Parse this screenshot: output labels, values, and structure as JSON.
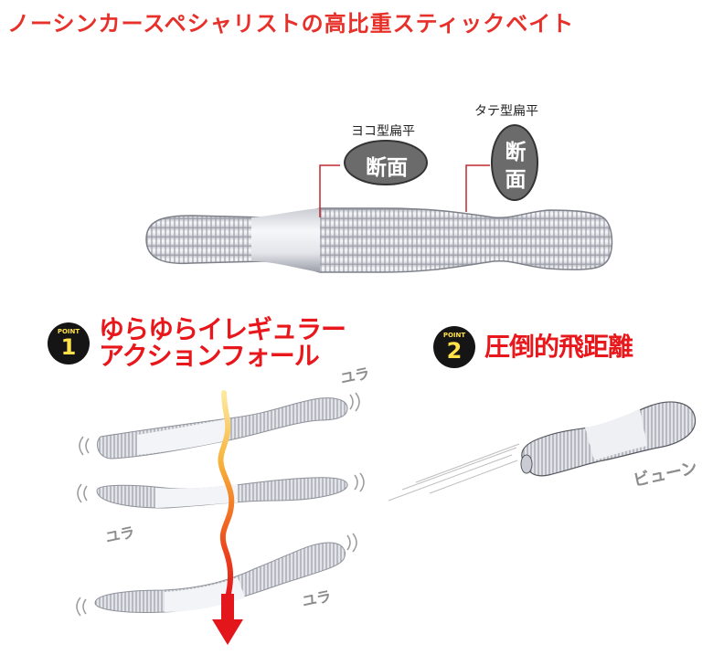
{
  "heading": "ノーシンカースペシャリストの高比重スティックベイト",
  "sections": {
    "yoko": {
      "label": "ヨコ型扁平",
      "bubble": "断面"
    },
    "tate": {
      "label": "タテ型扁平",
      "bubble_top": "断",
      "bubble_bottom": "面"
    }
  },
  "point1": {
    "badge_word": "POINT",
    "badge_num": "1",
    "title_line1": "ゆらゆらイレギュラー",
    "title_line2": "アクションフォール",
    "sfx1": "ユラ",
    "sfx2": "ユラ",
    "sfx3": "ユラ"
  },
  "point2": {
    "badge_word": "POINT",
    "badge_num": "2",
    "title": "圧倒的飛距離",
    "sfx": "ビューン"
  },
  "colors": {
    "accent": "#e8302a",
    "bubble_fill": "#6b6b6b",
    "lure_body": "#eceef2",
    "arrow_start": "#f7c648",
    "arrow_end": "#e3171b"
  }
}
